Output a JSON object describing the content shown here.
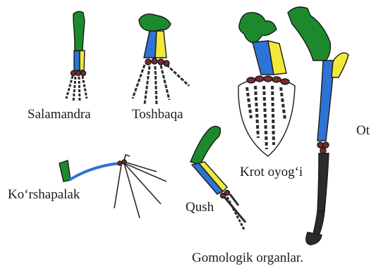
{
  "labels": {
    "salamandra": "Salamandra",
    "toshbaqa": "Toshbaqa",
    "krot": "Krot oyog‘i",
    "ot": "Ot",
    "korshapalak": "Ko‘rshapalak",
    "qush": "Qush",
    "caption": "Gomologik organlar."
  },
  "colors": {
    "humerus": "#1c8a2c",
    "radius": "#2e73d6",
    "ulna": "#f2e83a",
    "carpals": "#7a2b2b",
    "digits": "#2b2b2b",
    "outline": "#1a1a1a"
  }
}
